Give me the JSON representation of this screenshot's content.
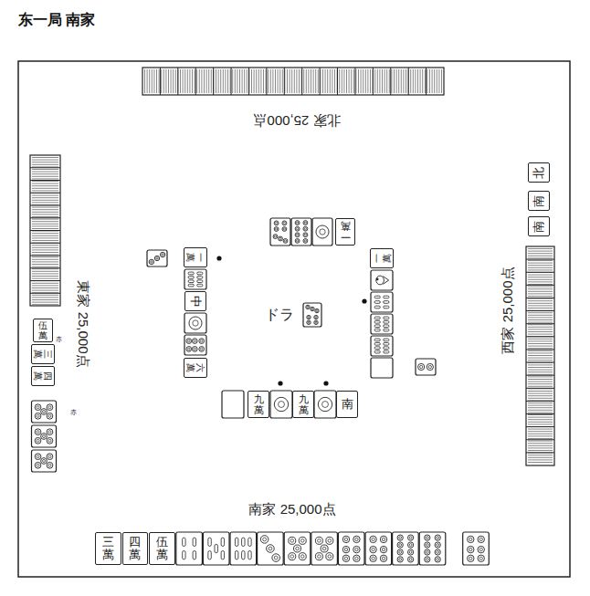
{
  "diagram": {
    "title": "东一局 南家",
    "nodes": [
      {
        "text": [
          "北"
        ]
      },
      {
        "text": [
          "南"
        ]
      },
      {
        "text": [
          "南"
        ]
      },
      {
        "text": [
          "一萬"
        ]
      },
      {
        "text": [
          "一萬"
        ]
      },
      {
        "text": [
          "一萬"
        ]
      },
      {
        "text": [
          "中"
        ]
      },
      {
        "text": [
          "伍萬"
        ]
      },
      {
        "text": [
          "三萬"
        ]
      },
      {
        "text": [
          "六萬"
        ]
      },
      {
        "text": [
          "四萬"
        ]
      },
      {
        "text": [
          "九萬"
        ]
      },
      {
        "text": [
          "九萬"
        ]
      },
      {
        "text": [
          "南"
        ]
      },
      {
        "text": [
          "三萬"
        ]
      },
      {
        "text": [
          "四萬"
        ]
      },
      {
        "text": [
          "伍萬"
        ]
      }
    ],
    "labels": [
      "北家 25,000点",
      "東家 25,000点",
      "ドラ",
      "西家 25,000点",
      "赤",
      "赤",
      "南家 25,000点"
    ]
  }
}
